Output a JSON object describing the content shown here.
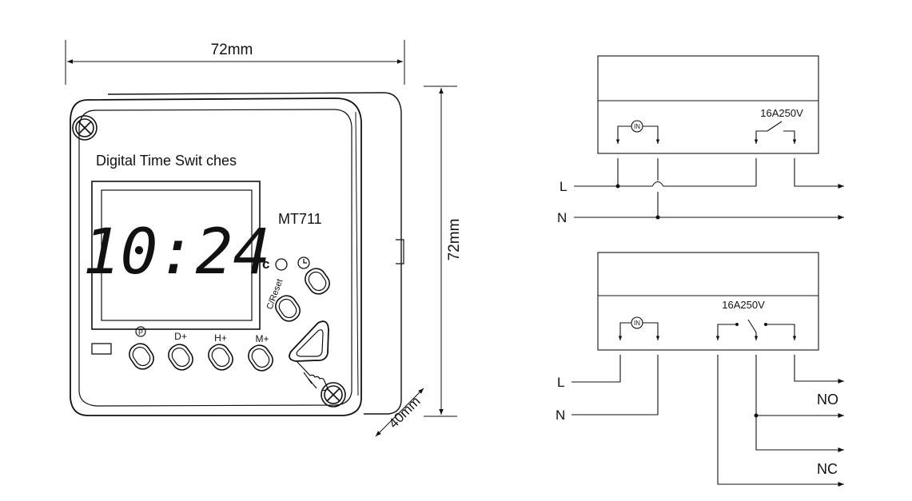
{
  "device": {
    "title": "Digital Time Swit ches",
    "model": "MT711",
    "display_time": "10:24",
    "clock_symbol": "c",
    "reset_label": "C/Reset",
    "buttons": {
      "program": "P",
      "day_plus": "D+",
      "hour_plus": "H+",
      "minute_plus": "M+"
    }
  },
  "dimensions": {
    "width": "72mm",
    "height": "72mm",
    "depth": "40mm"
  },
  "wiring_top": {
    "coil_label": "IN",
    "rating": "16A250V",
    "line_label": "L",
    "neutral_label": "N"
  },
  "wiring_bottom": {
    "coil_label": "IN",
    "rating": "16A250V",
    "line_label": "L",
    "neutral_label": "N",
    "no_label": "NO",
    "nc_label": "NC"
  }
}
